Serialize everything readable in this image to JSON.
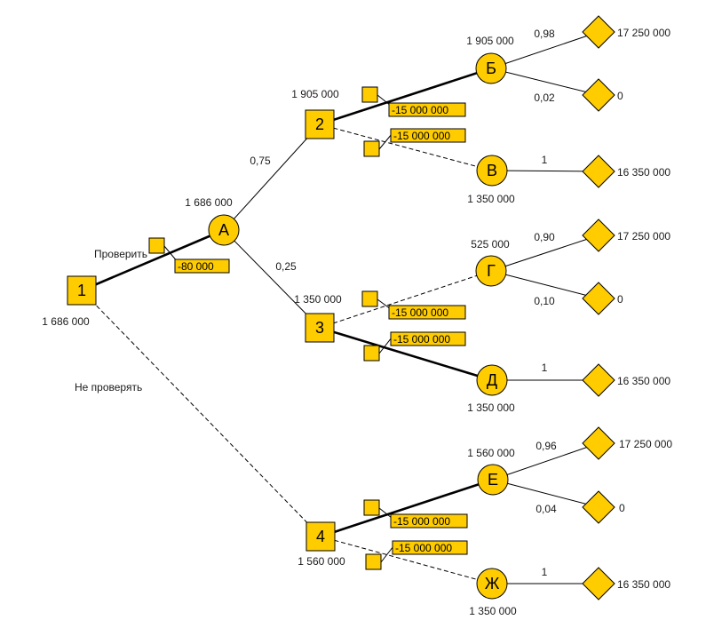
{
  "nodes": [
    {
      "id": "n1",
      "shape": "square",
      "label": "1",
      "value": "1 686 000"
    },
    {
      "id": "n2",
      "shape": "square",
      "label": "2",
      "value": "1 905 000"
    },
    {
      "id": "n3",
      "shape": "square",
      "label": "3",
      "value": "1 350 000"
    },
    {
      "id": "n4",
      "shape": "square",
      "label": "4",
      "value": "1 560 000"
    },
    {
      "id": "nA",
      "shape": "circle",
      "label": "А",
      "value": "1 686 000"
    },
    {
      "id": "nB",
      "shape": "circle",
      "label": "Б",
      "value": "1 905 000"
    },
    {
      "id": "nV",
      "shape": "circle",
      "label": "В",
      "value": "1 350 000"
    },
    {
      "id": "nG",
      "shape": "circle",
      "label": "Г",
      "value": "525 000"
    },
    {
      "id": "nD",
      "shape": "circle",
      "label": "Д",
      "value": "1 350 000"
    },
    {
      "id": "nE",
      "shape": "circle",
      "label": "Е",
      "value": "1 560 000"
    },
    {
      "id": "nZh",
      "shape": "circle",
      "label": "Ж",
      "value": "1 350 000"
    },
    {
      "id": "t1",
      "shape": "diamond",
      "value": "17 250 000"
    },
    {
      "id": "t2",
      "shape": "diamond",
      "value": "0"
    },
    {
      "id": "t3",
      "shape": "diamond",
      "value": "16 350 000"
    },
    {
      "id": "t4",
      "shape": "diamond",
      "value": "17 250 000"
    },
    {
      "id": "t5",
      "shape": "diamond",
      "value": "0"
    },
    {
      "id": "t6",
      "shape": "diamond",
      "value": "16 350 000"
    },
    {
      "id": "t7",
      "shape": "diamond",
      "value": "17 250 000"
    },
    {
      "id": "t8",
      "shape": "diamond",
      "value": "0"
    },
    {
      "id": "t9",
      "shape": "diamond",
      "value": "16 350 000"
    }
  ],
  "edges": [
    {
      "id": "e1A",
      "from": "n1",
      "to": "nA",
      "style": "bold",
      "label": "Проверить",
      "cost": "-80 000"
    },
    {
      "id": "e14",
      "from": "n1",
      "to": "n4",
      "style": "dashed",
      "label": "Не проверять"
    },
    {
      "id": "eA2",
      "from": "nA",
      "to": "n2",
      "style": "solid",
      "label": "0,75"
    },
    {
      "id": "eA3",
      "from": "nA",
      "to": "n3",
      "style": "solid",
      "label": "0,25"
    },
    {
      "id": "e2B",
      "from": "n2",
      "to": "nB",
      "style": "bold",
      "cost": "-15 000 000"
    },
    {
      "id": "e2V",
      "from": "n2",
      "to": "nV",
      "style": "dashed",
      "cost": "-15 000 000"
    },
    {
      "id": "e3G",
      "from": "n3",
      "to": "nG",
      "style": "dashed",
      "cost": "-15 000 000"
    },
    {
      "id": "e3D",
      "from": "n3",
      "to": "nD",
      "style": "bold",
      "cost": "-15 000 000"
    },
    {
      "id": "e4E",
      "from": "n4",
      "to": "nE",
      "style": "bold",
      "cost": "-15 000 000"
    },
    {
      "id": "e4Zh",
      "from": "n4",
      "to": "nZh",
      "style": "dashed",
      "cost": "-15 000 000"
    },
    {
      "id": "eBt1",
      "from": "nB",
      "to": "t1",
      "style": "solid",
      "label": "0,98"
    },
    {
      "id": "eBt2",
      "from": "nB",
      "to": "t2",
      "style": "solid",
      "label": "0,02"
    },
    {
      "id": "eVt3",
      "from": "nV",
      "to": "t3",
      "style": "solid",
      "label": "1"
    },
    {
      "id": "eGt4",
      "from": "nG",
      "to": "t4",
      "style": "solid",
      "label": "0,90"
    },
    {
      "id": "eGt5",
      "from": "nG",
      "to": "t5",
      "style": "solid",
      "label": "0,10"
    },
    {
      "id": "eDt6",
      "from": "nD",
      "to": "t6",
      "style": "solid",
      "label": "1"
    },
    {
      "id": "eEt7",
      "from": "nE",
      "to": "t7",
      "style": "solid",
      "label": "0,96"
    },
    {
      "id": "eEt8",
      "from": "nE",
      "to": "t8",
      "style": "solid",
      "label": "0,04"
    },
    {
      "id": "eZht9",
      "from": "nZh",
      "to": "t9",
      "style": "solid",
      "label": "1"
    }
  ],
  "colors": {
    "fill": "#ffcc00",
    "stroke": "#000000",
    "text": "#1a1a1a"
  }
}
